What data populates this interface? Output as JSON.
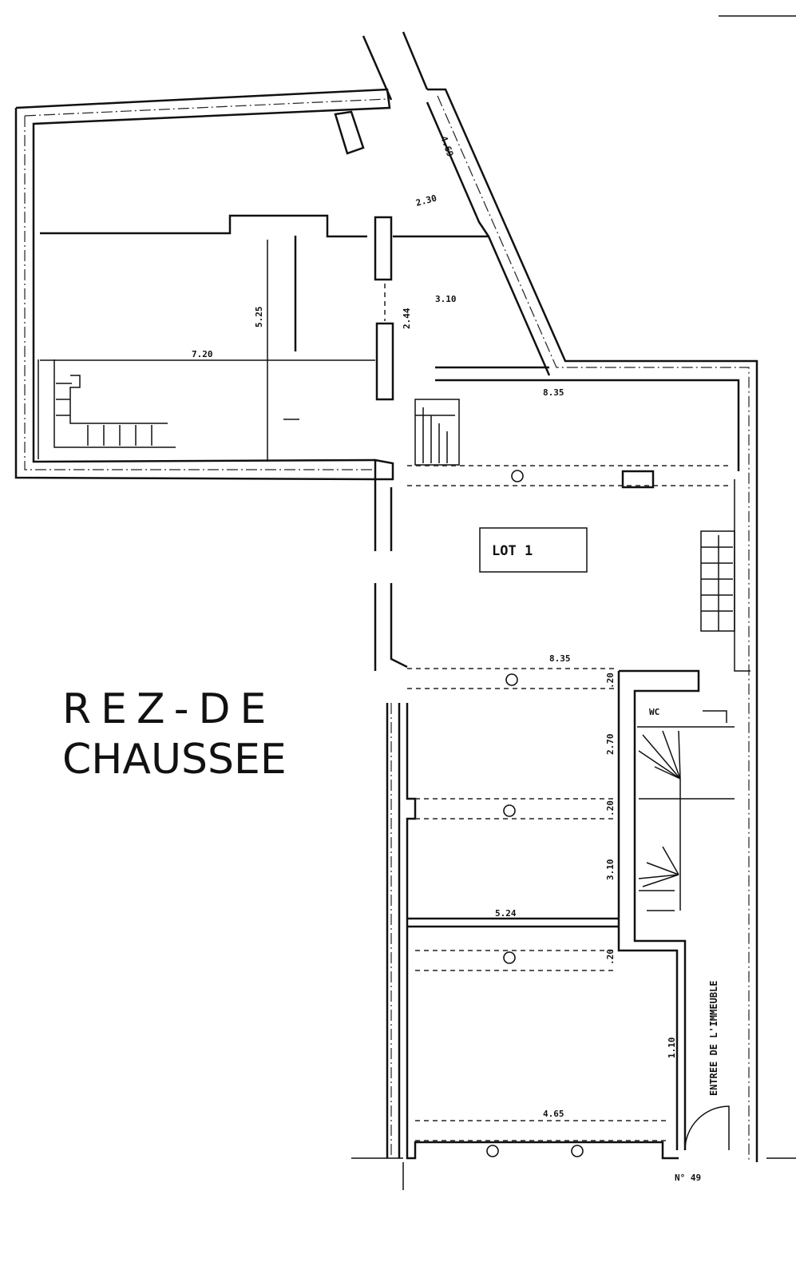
{
  "title": {
    "line1": "REZ-DE",
    "line2": "CHAUSSEE"
  },
  "lot_label": "LOT  1",
  "dimensions": {
    "d_720": "7.20",
    "d_525": "5.25",
    "d_230": "2.30",
    "d_310a": "3.10",
    "d_244": "2.44",
    "d_469": "4.69",
    "d_835a": "8.35",
    "d_835b": "8.35",
    "d_270": "2.70",
    "d_310b": "3.10",
    "d_524": "5.24",
    "d_465": "4.65",
    "d_110": "1.10",
    "d_020a": ".20",
    "d_020b": ".20",
    "d_020c": ".20"
  },
  "rooms": {
    "wc": "WC",
    "entrance": "ENTREE DE L'IMMEUBLE"
  },
  "street_number": "N° 49"
}
